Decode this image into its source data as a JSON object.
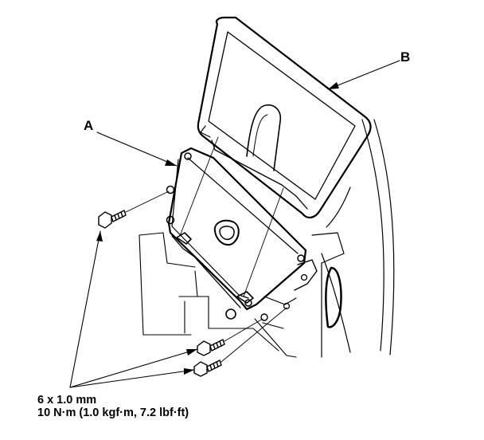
{
  "labels": {
    "a": "A",
    "b": "B"
  },
  "spec": {
    "bolt_size": "6 x 1.0 mm",
    "torque": "10 N·m (1.0 kgf·m, 7.2 lbf·ft)"
  },
  "colors": {
    "line": "#000000",
    "background": "#ffffff"
  }
}
